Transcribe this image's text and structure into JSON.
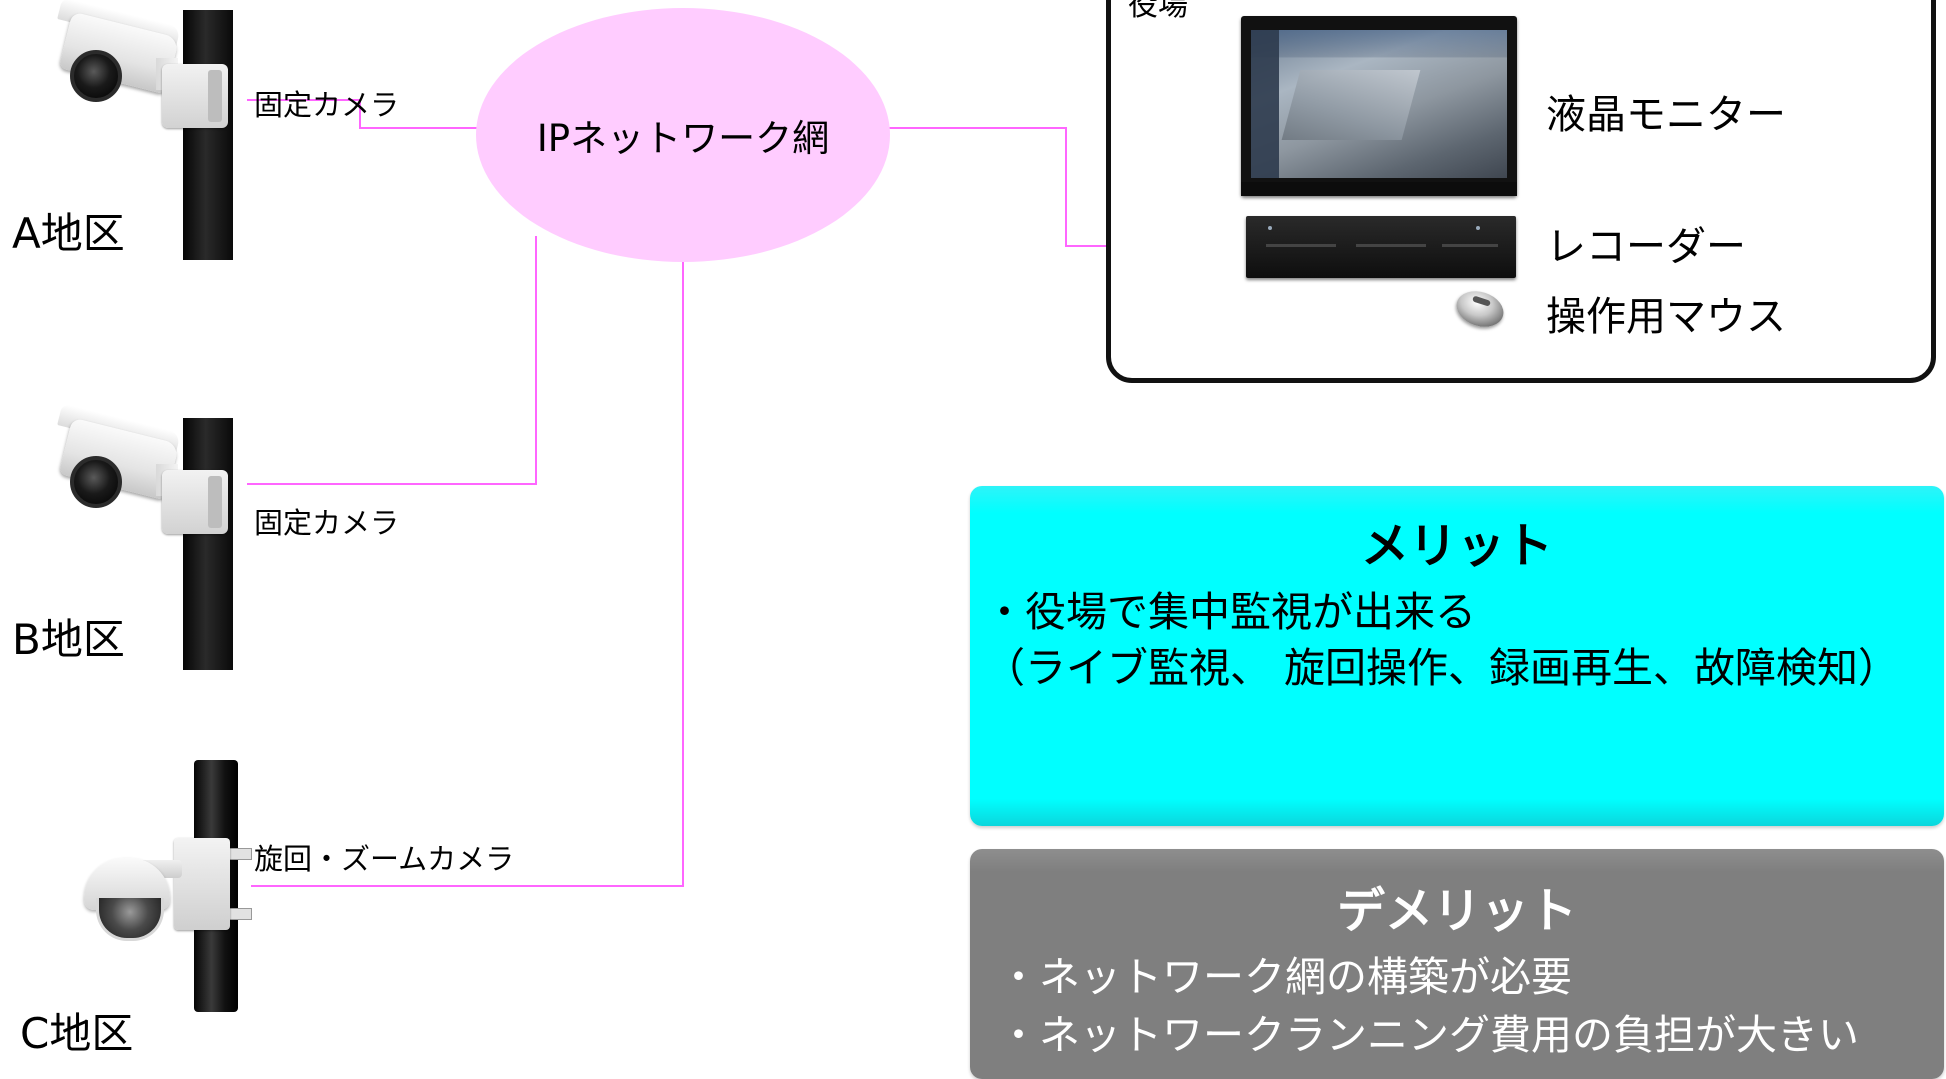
{
  "network": {
    "label": "IPネットワーク網",
    "color": "#ffccff",
    "wire_color": "#ff66ff"
  },
  "cameras": [
    {
      "label": "固定カメラ",
      "district": "A地区"
    },
    {
      "label": "固定カメラ",
      "district": "B地区"
    },
    {
      "label": "旋回・ズームカメラ",
      "district": "C地区"
    }
  ],
  "office": {
    "label": "役場",
    "devices": [
      "液晶モニター",
      "レコーダー",
      "操作用マウス"
    ]
  },
  "merit": {
    "title": "メリット",
    "lines": [
      "・役場で集中監視が出来る",
      "（ライブ監視、 旋回操作、録画再生、故障検知）"
    ],
    "color": "#00ffff"
  },
  "demerit": {
    "title": "デメリット",
    "lines": [
      "・ネットワーク網の構築が必要",
      "・ネットワークランニング費用の負担が大きい"
    ],
    "color": "#7f7f7f"
  }
}
